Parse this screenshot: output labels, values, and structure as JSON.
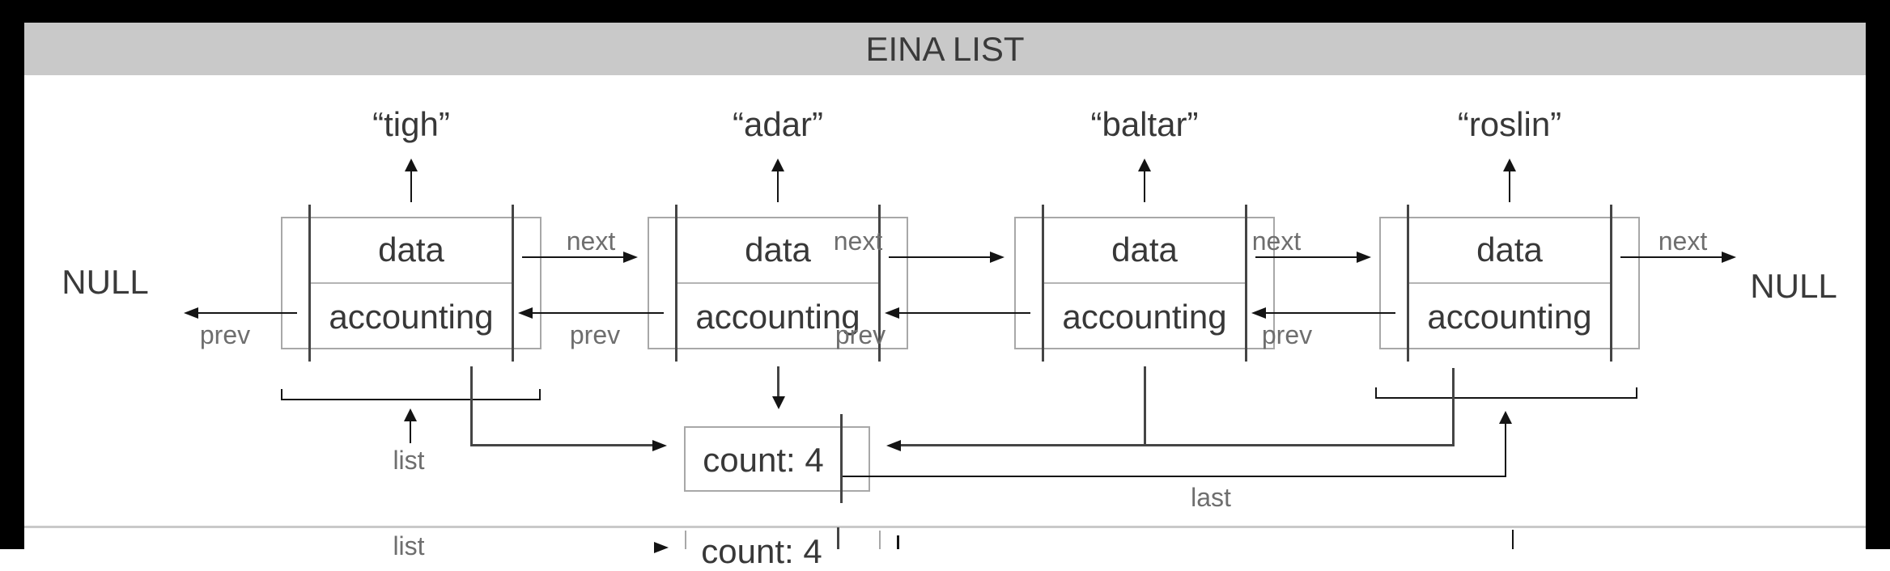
{
  "title_bar": {
    "title": "EINA LIST"
  },
  "diagram": {
    "nodes": [
      {
        "label": "“tigh”",
        "data_label": "data",
        "accounting_label": "accounting"
      },
      {
        "label": "“adar”",
        "data_label": "data",
        "accounting_label": "accounting"
      },
      {
        "label": "“baltar”",
        "data_label": "data",
        "accounting_label": "accounting"
      },
      {
        "label": "“roslin”",
        "data_label": "data",
        "accounting_label": "accounting"
      }
    ],
    "labels": {
      "next": "next",
      "prev": "prev",
      "list": "list",
      "last": "last"
    },
    "null_left": "NULL",
    "null_right": "NULL",
    "count_box": {
      "text": "count: 4"
    }
  },
  "partial_second_figure": {
    "list_label": "list",
    "count_box_text": "count: 4"
  },
  "colors": {
    "border_black": "#000000",
    "title_bar_bg": "#c9c9c9",
    "box_border_gray": "#a8a8a8",
    "inner_line_gray": "#454545",
    "text_dark": "#383838",
    "text_gray": "#6e6e6e",
    "arrow_black": "#141414"
  }
}
